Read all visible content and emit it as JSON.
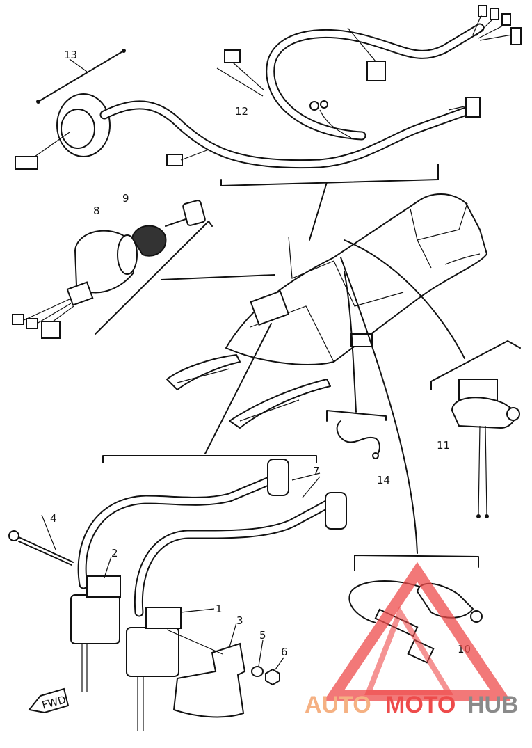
{
  "callouts": {
    "c1": "1",
    "c2": "2",
    "c3": "3",
    "c4": "4",
    "c5": "5",
    "c6": "6",
    "c7": "7",
    "c8": "8",
    "c9": "9",
    "c10": "10",
    "c11": "11",
    "c12": "12",
    "c13": "13",
    "c14": "14"
  },
  "fwd_label": "FWD",
  "watermark": {
    "part1": "AUTO",
    "part2": "MOTO",
    "part3": "HUB"
  },
  "colors": {
    "line": "#111111",
    "wm_triangle": "#ee4b4b",
    "wm_auto": "#f5b183",
    "wm_moto": "#ee4b4b",
    "wm_hub": "#8a8a8a"
  }
}
